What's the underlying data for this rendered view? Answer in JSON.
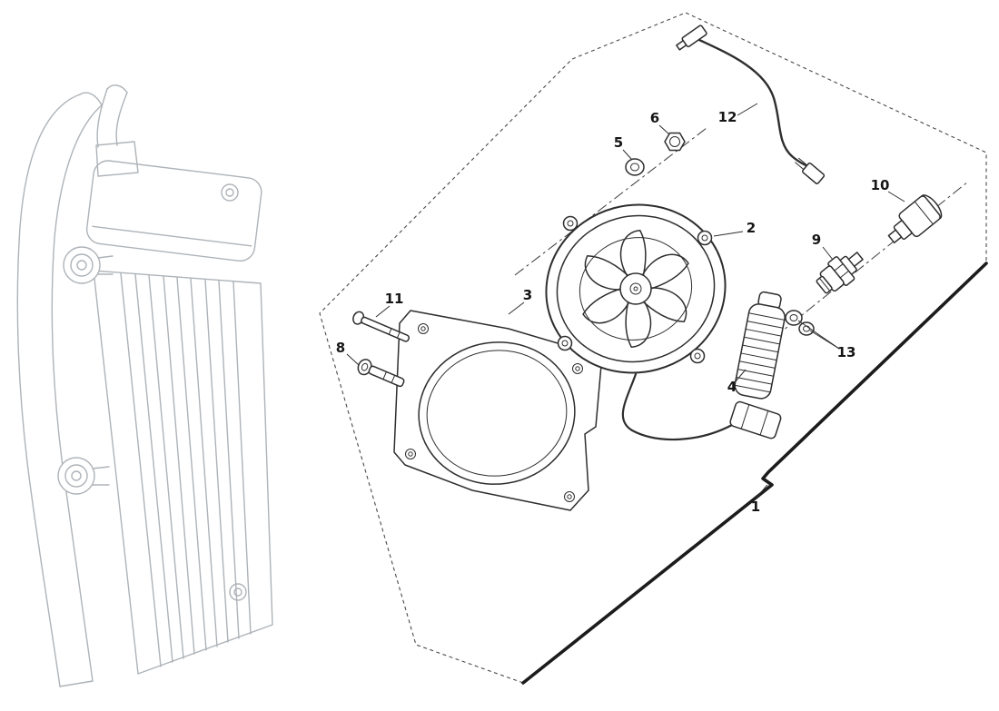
{
  "diagram": {
    "background_color": "#ffffff",
    "ink_color": "#2e2e2e",
    "ghost_color": "#aeb3b8",
    "bold_edge_color": "#1c1c1c",
    "part_labels": {
      "1": "1",
      "2": "2",
      "3": "3",
      "4": "4",
      "5": "5",
      "6": "6",
      "8": "8",
      "9": "9",
      "10": "10",
      "11": "11",
      "12": "12",
      "13": "13"
    }
  }
}
